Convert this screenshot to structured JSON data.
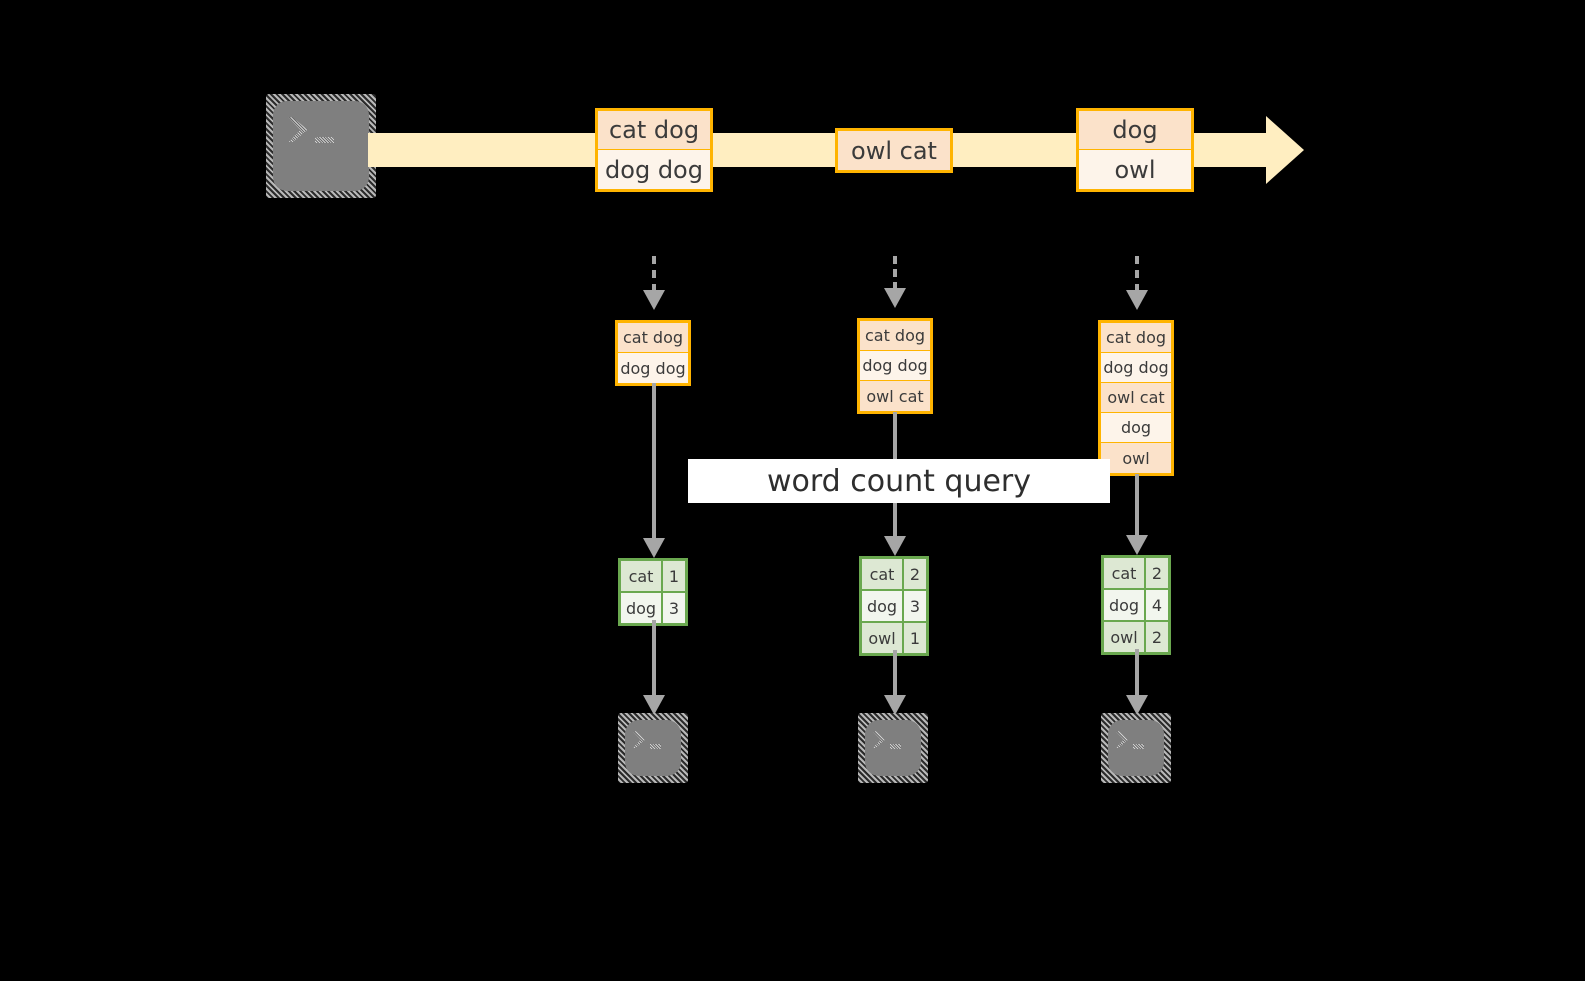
{
  "diagram": {
    "title_label": "word count query",
    "colors": {
      "stream_arrow": "#ffeec1",
      "message_border": "#ffb400",
      "message_fill_shade": "#fbe2ca",
      "message_fill_plain": "#fdf4ea",
      "result_border": "#6aa84f",
      "result_fill_shade": "#dde8d3",
      "result_fill_plain": "#f2f6ee",
      "connector": "#a6a6a6",
      "terminal_fill": "#7f7f7f",
      "background": "#000000",
      "label_band": "#ffffff"
    },
    "icons": {
      "producer_terminal": "terminal-icon",
      "consumer_terminal": "terminal-icon",
      "prompt_glyph": ">",
      "cursor_glyph": "_"
    },
    "stream": {
      "name": "append-only-event-stream",
      "messages": [
        {
          "id": "m1",
          "lines": [
            "cat dog",
            "dog dog"
          ]
        },
        {
          "id": "m2",
          "lines": [
            "owl cat"
          ]
        },
        {
          "id": "m3",
          "lines": [
            "dog",
            "owl"
          ]
        }
      ]
    },
    "snapshots": [
      {
        "id": "s1",
        "log": [
          "cat dog",
          "dog dog"
        ],
        "result": {
          "rows": [
            {
              "word": "cat",
              "count": "1"
            },
            {
              "word": "dog",
              "count": "3"
            }
          ]
        }
      },
      {
        "id": "s2",
        "log": [
          "cat dog",
          "dog dog",
          "owl cat"
        ],
        "result": {
          "rows": [
            {
              "word": "cat",
              "count": "2"
            },
            {
              "word": "dog",
              "count": "3"
            },
            {
              "word": "owl",
              "count": "1"
            }
          ]
        }
      },
      {
        "id": "s3",
        "log": [
          "cat dog",
          "dog dog",
          "owl cat",
          "dog",
          "owl"
        ],
        "result": {
          "rows": [
            {
              "word": "cat",
              "count": "2"
            },
            {
              "word": "dog",
              "count": "4"
            },
            {
              "word": "owl",
              "count": "2"
            }
          ]
        }
      }
    ]
  }
}
